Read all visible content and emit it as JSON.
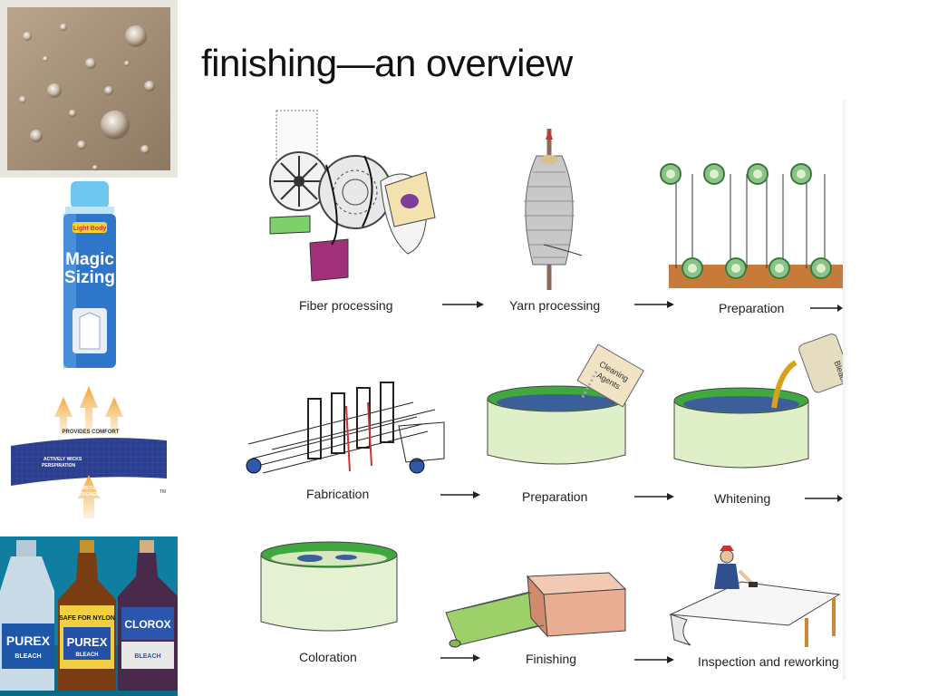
{
  "slide": {
    "title": "finishing—an overview"
  },
  "sidebar": {
    "can": {
      "brand_top": "Light Body",
      "line1": "Magic",
      "line2": "Sizing"
    },
    "fabric_graphic": {
      "provides_comfort": "PROVIDES COMFORT",
      "wicks": "ACTIVELY WICKS",
      "perspiration": "PERSPIRATION",
      "moisture": "MOISTURE",
      "movement": "MOVEMENT",
      "tm": "TM"
    },
    "bottles": {
      "b1": "PUREX",
      "b1_sub": "BLEACH",
      "b2_top": "SAFE FOR NYLON",
      "b2": "PUREX",
      "b2_sub": "BLEACH",
      "b3": "CLOROX",
      "b3_sub": "BLEACH"
    }
  },
  "diagram": {
    "steps": [
      {
        "label": "Fiber processing"
      },
      {
        "label": "Yarn processing"
      },
      {
        "label": "Preparation"
      },
      {
        "label": "Fabrication"
      },
      {
        "label": "Preparation"
      },
      {
        "label": "Whitening"
      },
      {
        "label": "Coloration"
      },
      {
        "label": "Finishing"
      },
      {
        "label": "Inspection and reworking"
      }
    ],
    "box_text_1": "Cleaning",
    "box_text_2": "Agents",
    "bottle_text": "Bleach"
  },
  "colors": {
    "vat_green": "#dff0c9",
    "dye_green": "#3fa83f",
    "water_blue": "#3c5f9a",
    "roller_green": "#8bc48b",
    "bar_orange": "#c87a3a",
    "box_magenta": "#a0307a",
    "box_peach": "#e8ad92"
  }
}
